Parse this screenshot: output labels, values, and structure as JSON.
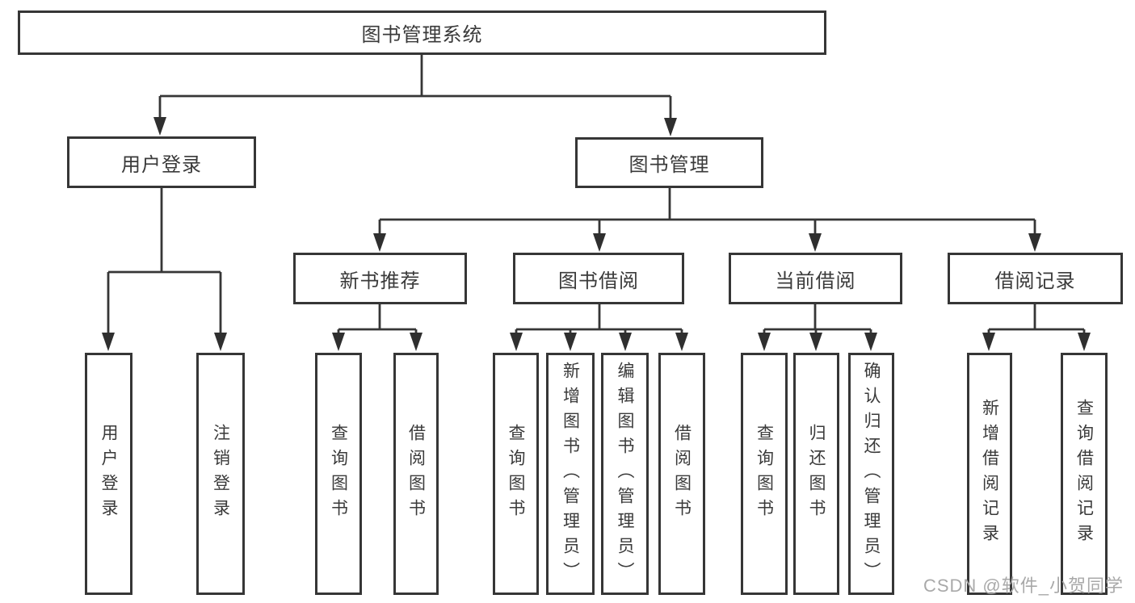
{
  "nodes": {
    "root": "图书管理系统",
    "user_login": "用户登录",
    "book_mgmt": "图书管理",
    "new_book_rec": "新书推荐",
    "book_borrow": "图书借阅",
    "current_borrow": "当前借阅",
    "borrow_record": "借阅记录",
    "leaf_user_login": "用户登录",
    "leaf_logout": "注销登录",
    "leaf_nbr_query": "查询图书",
    "leaf_nbr_borrow": "借阅图书",
    "leaf_bb_query": "查询图书",
    "leaf_bb_add": "新增图书（管理员）",
    "leaf_bb_edit": "编辑图书（管理员）",
    "leaf_bb_borrow": "借阅图书",
    "leaf_cb_query": "查询图书",
    "leaf_cb_return": "归还图书",
    "leaf_cb_confirm": "确认归还（管理员）",
    "leaf_br_add": "新增借阅记录",
    "leaf_br_query": "查询借阅记录"
  },
  "hierarchy": {
    "图书管理系统": {
      "用户登录": [
        "用户登录",
        "注销登录"
      ],
      "图书管理": {
        "新书推荐": [
          "查询图书",
          "借阅图书"
        ],
        "图书借阅": [
          "查询图书",
          "新增图书（管理员）",
          "编辑图书（管理员）",
          "借阅图书"
        ],
        "当前借阅": [
          "查询图书",
          "归还图书",
          "确认归还（管理员）"
        ],
        "借阅记录": [
          "新增借阅记录",
          "查询借阅记录"
        ]
      }
    }
  },
  "watermark": "CSDN @软件_小贺同学",
  "colors": {
    "line": "#363636",
    "text": "#3a3a3a",
    "background": "#ffffff",
    "watermark": "#a9a9a9"
  }
}
